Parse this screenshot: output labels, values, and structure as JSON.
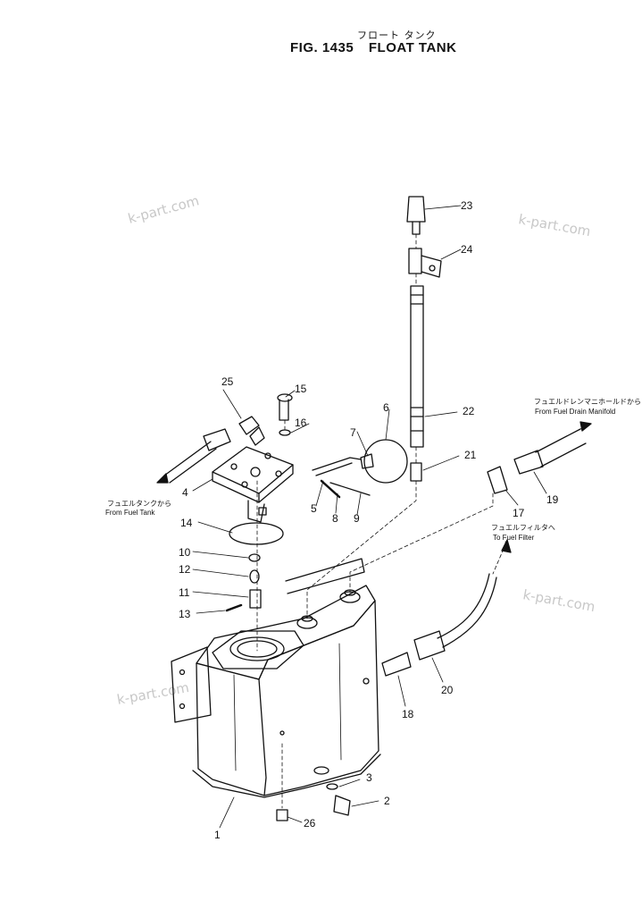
{
  "figure": {
    "title_jp": "フロート タンク",
    "fig_no": "FIG. 1435",
    "title": "FLOAT TANK"
  },
  "watermark": "k-part.com",
  "parts": [
    "1",
    "2",
    "3",
    "4",
    "5",
    "6",
    "7",
    "8",
    "9",
    "10",
    "11",
    "12",
    "13",
    "14",
    "15",
    "16",
    "17",
    "18",
    "19",
    "20",
    "21",
    "22",
    "23",
    "24",
    "25",
    "26"
  ],
  "notes": {
    "from_fuel_tank_jp": "フュエルタンクから",
    "from_fuel_tank": "From  Fuel  Tank",
    "from_drain_jp": "フュエルドレンマニホールドから",
    "from_drain": "From  Fuel  Drain  Manifold",
    "to_filter_jp": "フュエルフィルタへ",
    "to_filter": "To  Fuel  Filter"
  }
}
